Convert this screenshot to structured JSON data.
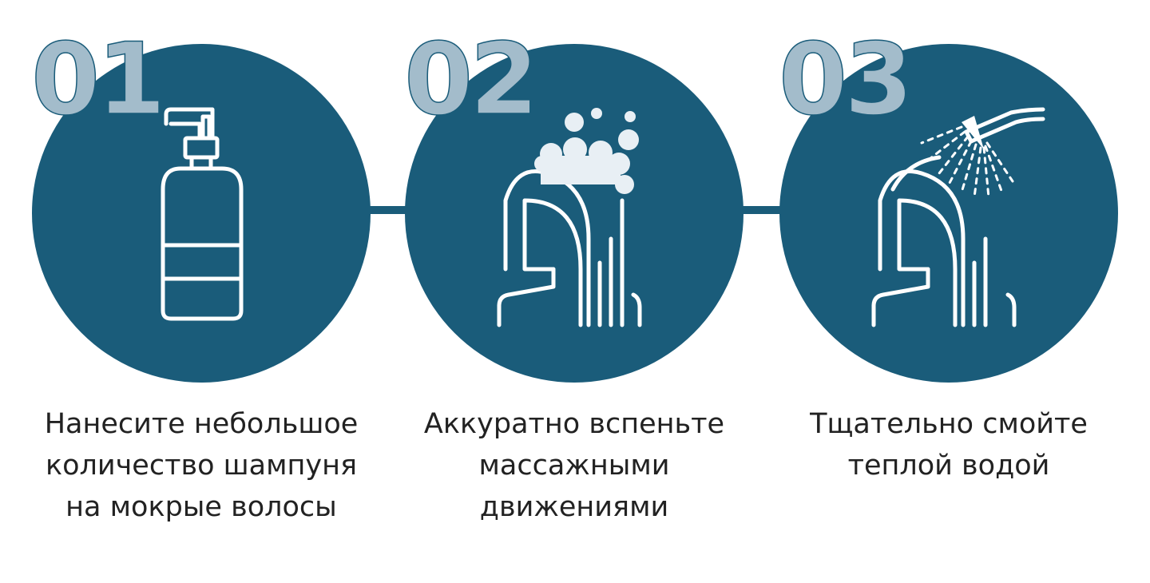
{
  "colors": {
    "circle": "#1a5c7a",
    "icon_stroke": "#ffffff",
    "foam": "#e8eff4",
    "number_fill": "#a3bccb",
    "number_outline": "#1a5c7a",
    "text": "#222222"
  },
  "steps": [
    {
      "number": "01",
      "icon": "pump-bottle-icon",
      "caption": [
        "Нанесите небольшое",
        "количество шампуня",
        "на мокрые волосы"
      ]
    },
    {
      "number": "02",
      "icon": "head-foam-icon",
      "caption": [
        "Аккуратно вспеньте",
        "массажными",
        "движениями"
      ]
    },
    {
      "number": "03",
      "icon": "head-shower-icon",
      "caption": [
        "Тщательно смойте",
        "теплой водой"
      ]
    }
  ]
}
